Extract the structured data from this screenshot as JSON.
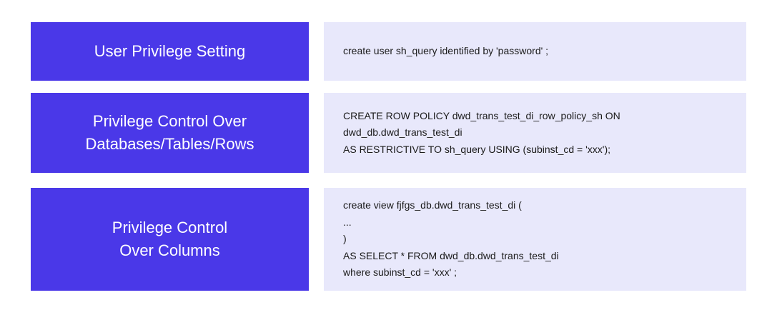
{
  "rows": [
    {
      "label": [
        "User Privilege Setting"
      ],
      "code": [
        "create user sh_query identified by 'password' ;"
      ]
    },
    {
      "label": [
        "Privilege Control Over",
        "Databases/Tables/Rows"
      ],
      "code": [
        "CREATE ROW POLICY dwd_trans_test_di_row_policy_sh ON",
        "dwd_db.dwd_trans_test_di",
        "AS RESTRICTIVE TO sh_query USING (subinst_cd = 'xxx');"
      ]
    },
    {
      "label": [
        "Privilege Control",
        "Over Columns"
      ],
      "code": [
        "create view fjfgs_db.dwd_trans_test_di (",
        "...",
        ")",
        "AS SELECT * FROM dwd_db.dwd_trans_test_di",
        "where subinst_cd = 'xxx' ;"
      ]
    }
  ],
  "colors": {
    "label_background": "#4a38e8",
    "label_text": "#ffffff",
    "code_background": "#e8e8fb",
    "code_text": "#1a1a1a"
  }
}
